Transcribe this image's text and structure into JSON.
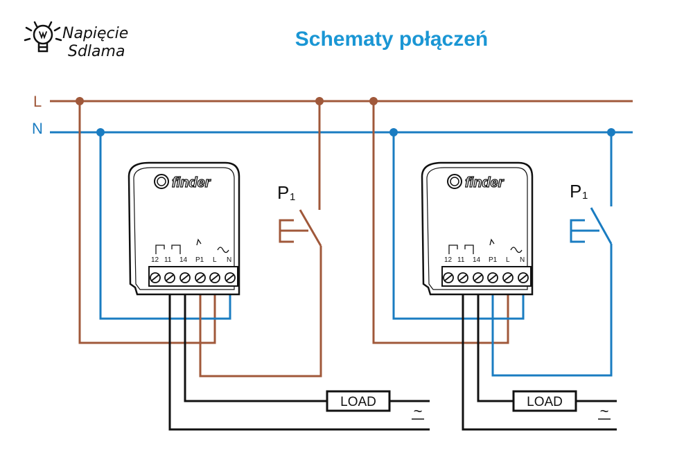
{
  "header": {
    "logo_line1": "Napięcie",
    "logo_line2": "Sdlama",
    "title": "Schematy połączeń"
  },
  "lines": {
    "phase": "L",
    "neutral": "N"
  },
  "colors": {
    "phase": "#a0583a",
    "neutral": "#1a7cc1",
    "load": "#111111",
    "title": "#1a96d4"
  },
  "modules": [
    {
      "brand": "finder",
      "terminals": [
        "12",
        "11",
        "14",
        "P1",
        "L",
        "N"
      ],
      "switch_label": "P",
      "switch_index": "1",
      "load_label": "LOAD",
      "ac_symbol": "~"
    },
    {
      "brand": "finder",
      "terminals": [
        "12",
        "11",
        "14",
        "P1",
        "L",
        "N"
      ],
      "switch_label": "P",
      "switch_index": "1",
      "load_label": "LOAD",
      "ac_symbol": "~"
    }
  ]
}
